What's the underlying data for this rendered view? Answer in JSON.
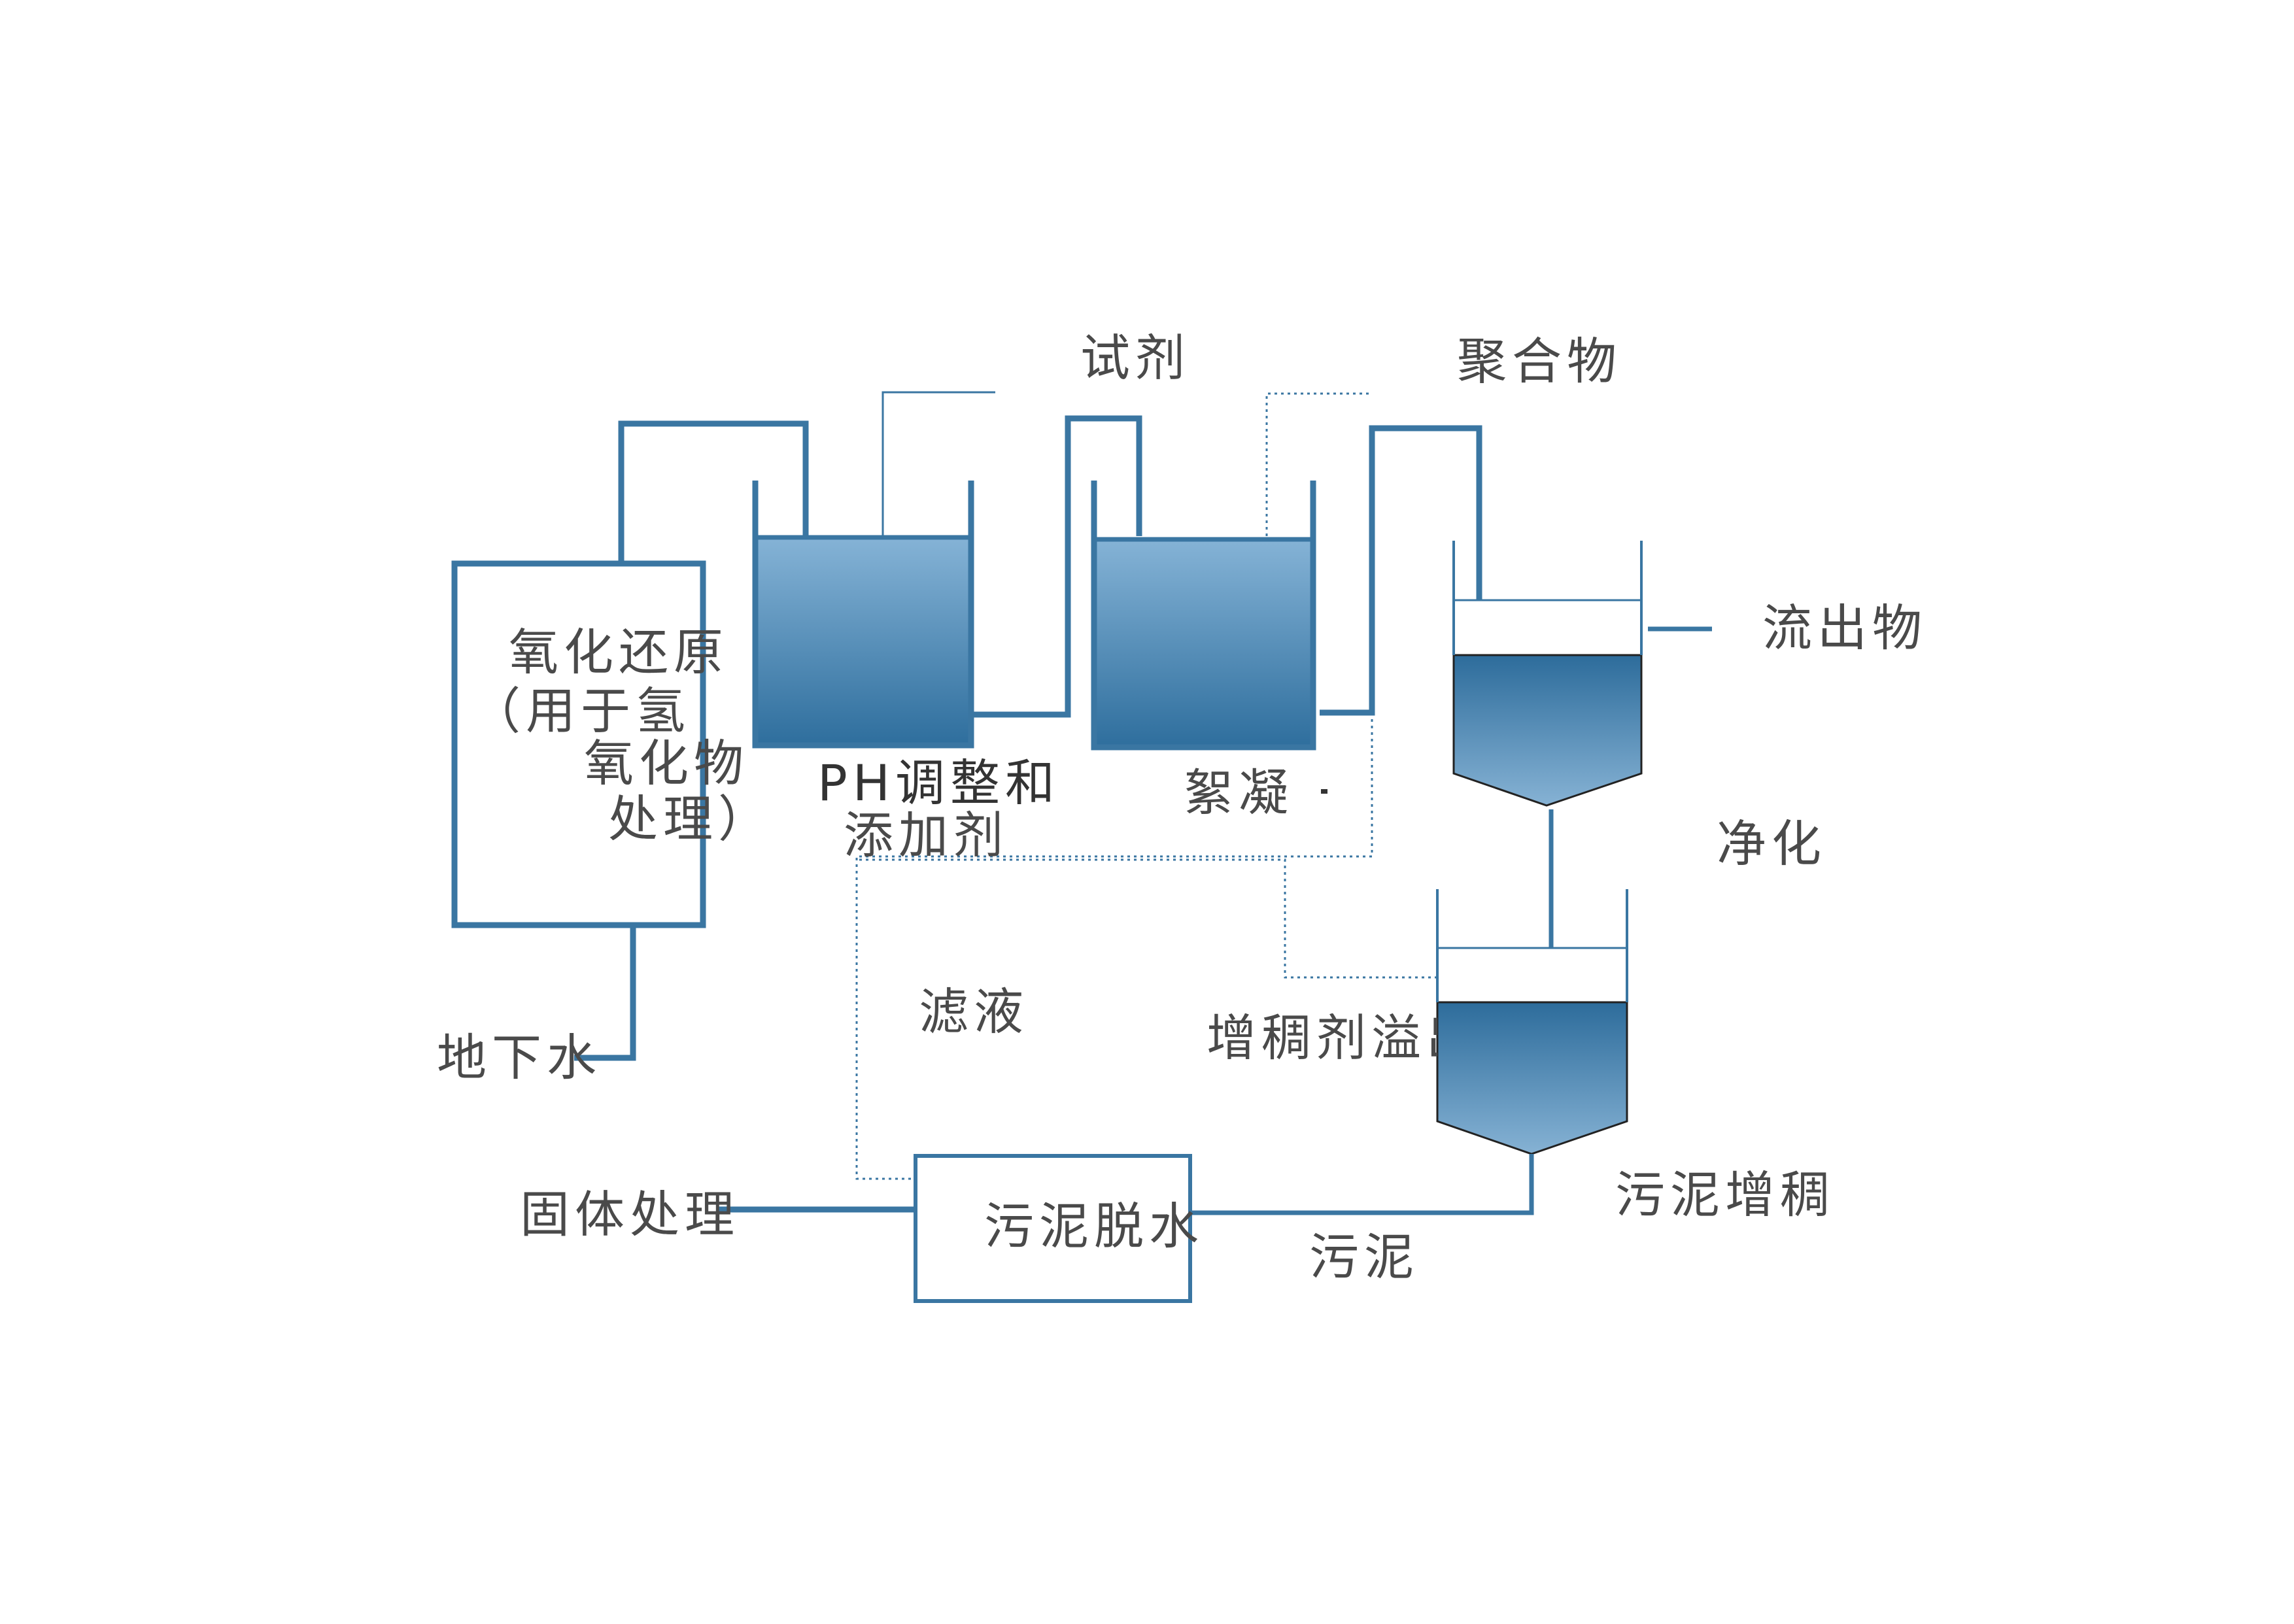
{
  "labels": {
    "redox_line1": "氧化还原",
    "redox_line2": "（用于氢",
    "redox_line3": "氧化物",
    "redox_line4": "处理）",
    "ph_line1": "PH调整和",
    "ph_line2": "添加剂",
    "flocculation": "絮凝",
    "reagent": "试剂",
    "polymer": "聚合物",
    "effluent": "流出物",
    "clarification": "净化",
    "thickener_overflow": "增稠剂溢出",
    "filtrate": "滤液",
    "groundwater": "地下水",
    "solids_disposal": "固体处理",
    "sludge_dewatering": "污泥脱水",
    "sludge": "污泥",
    "sludge_thickening": "污泥增稠"
  },
  "colors": {
    "pipe": "#3a76a2",
    "tank_top": "#85b3d6",
    "tank_bottom": "#2e6e9d",
    "text": "#4a4a4a"
  }
}
